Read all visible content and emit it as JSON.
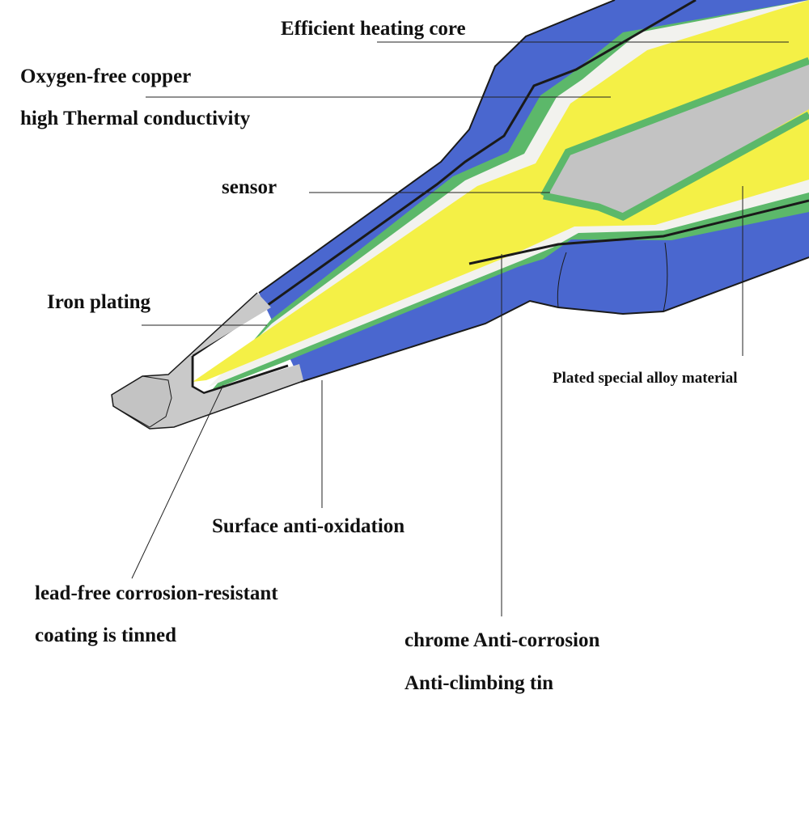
{
  "labels": {
    "heating_core": "Efficient heating core",
    "copper_line1": "Oxygen-free copper",
    "copper_line2": "high Thermal conductivity",
    "sensor": "sensor",
    "iron_plating": "Iron plating",
    "alloy": "Plated special  alloy material",
    "anti_oxidation": "Surface anti-oxidation",
    "lead_free_line1": "lead-free corrosion-resistant",
    "lead_free_line2": "coating is tinned",
    "chrome_line1": "chrome Anti-corrosion",
    "chrome_line2": "Anti-climbing tin"
  },
  "colors": {
    "blue_shell": "#4a67cf",
    "green_layer": "#5cb86a",
    "white_layer": "#f2f2ee",
    "yellow_copper": "#f4f046",
    "grey_core": "#c3c3c3",
    "grey_tip": "#c9c9c9",
    "outline": "#1a1a1a",
    "leader": "#222222"
  }
}
